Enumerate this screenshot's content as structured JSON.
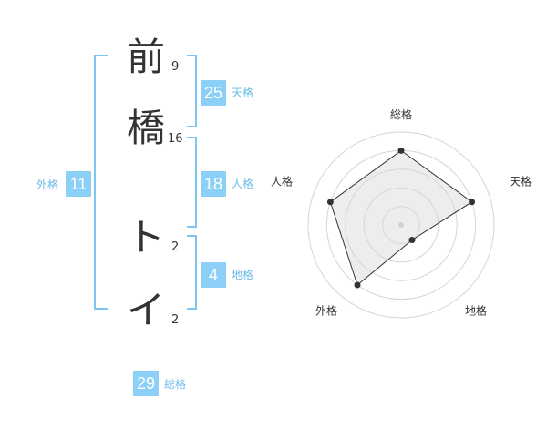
{
  "name": {
    "chars": [
      {
        "char": "前",
        "strokes": "9"
      },
      {
        "char": "橋",
        "strokes": "16"
      },
      {
        "char": "ト",
        "strokes": "2"
      },
      {
        "char": "イ",
        "strokes": "2"
      }
    ]
  },
  "fortunes": {
    "tenkaku": {
      "value": "25",
      "label": "天格"
    },
    "jinkaku": {
      "value": "18",
      "label": "人格"
    },
    "chikaku": {
      "value": "4",
      "label": "地格"
    },
    "gaikaku": {
      "value": "11",
      "label": "外格"
    },
    "soukaku": {
      "value": "29",
      "label": "総格"
    }
  },
  "chart_data": {
    "type": "radar",
    "axes": [
      "総格",
      "天格",
      "地格",
      "外格",
      "人格"
    ],
    "values": [
      4,
      4,
      1,
      4,
      4
    ],
    "max": 5,
    "rings": 5
  }
}
